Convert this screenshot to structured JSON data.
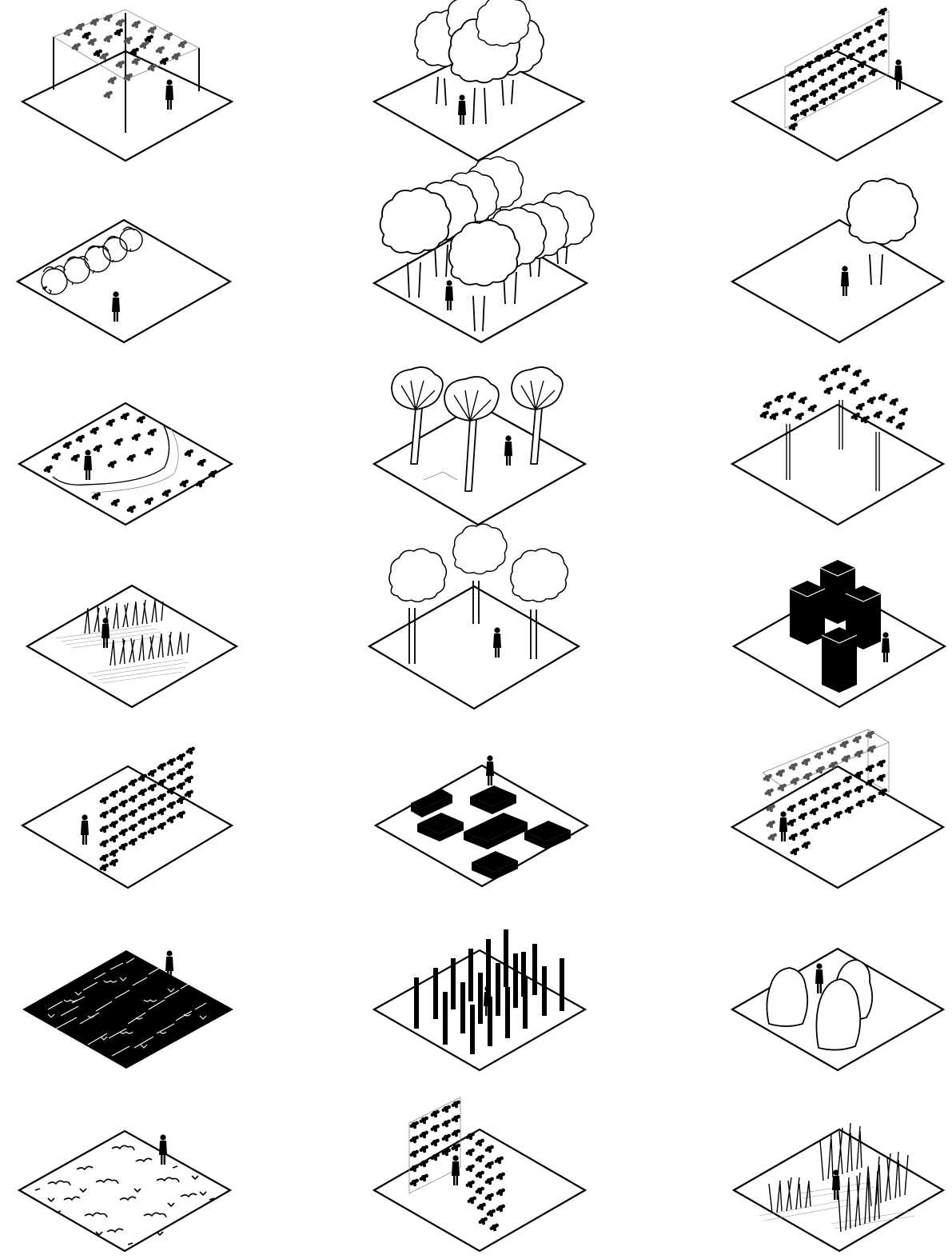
{
  "diagram": {
    "colors": {
      "ink": "#000000",
      "paper": "#ffffff",
      "shadow": "#9a9a9a"
    },
    "tiles": [
      {
        "id": "pergola-canopy",
        "icon": "pergola-vines-icon"
      },
      {
        "id": "tree-cluster",
        "icon": "tree-cluster-icon"
      },
      {
        "id": "green-wall",
        "icon": "green-wall-icon"
      },
      {
        "id": "hedge-row",
        "icon": "hedge-row-icon"
      },
      {
        "id": "dense-tree-grove",
        "icon": "tree-grove-icon"
      },
      {
        "id": "single-tree",
        "icon": "single-tree-icon"
      },
      {
        "id": "groundcover-path",
        "icon": "groundcover-path-icon"
      },
      {
        "id": "palm-trees",
        "icon": "palm-trees-icon"
      },
      {
        "id": "sparse-canopy-trees",
        "icon": "leafy-trees-icon"
      },
      {
        "id": "grass-strips",
        "icon": "tall-grass-icon"
      },
      {
        "id": "three-trees",
        "icon": "round-trees-icon"
      },
      {
        "id": "block-volumes",
        "icon": "block-volumes-icon"
      },
      {
        "id": "hedge-wall",
        "icon": "hedge-wall-icon"
      },
      {
        "id": "bench-slabs",
        "icon": "bench-slabs-icon"
      },
      {
        "id": "double-hedge-frame",
        "icon": "double-hedge-icon"
      },
      {
        "id": "dense-groundcover",
        "icon": "dense-groundcover-icon"
      },
      {
        "id": "pole-field",
        "icon": "pole-field-icon"
      },
      {
        "id": "shrub-outlines",
        "icon": "shrub-outline-icon"
      },
      {
        "id": "scattered-groundcover",
        "icon": "scattered-groundcover-icon"
      },
      {
        "id": "hedge-corridor",
        "icon": "hedge-corridor-icon"
      },
      {
        "id": "reed-clusters",
        "icon": "reeds-icon"
      }
    ]
  }
}
